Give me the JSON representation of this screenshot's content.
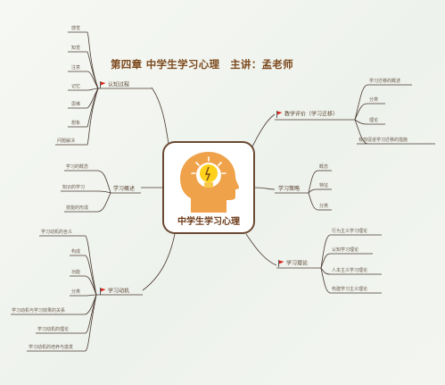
{
  "title": "第四章 中学生学习心理　主讲：孟老师",
  "center": {
    "label": "中学生学习心理"
  },
  "branches": {
    "cognition": {
      "label": "认知过程",
      "items": [
        "感觉",
        "知觉",
        "注意",
        "记忆",
        "思维",
        "想象",
        "问题解决"
      ]
    },
    "overview": {
      "label": "学习概述",
      "items": [
        "学习的概念",
        "知识的学习",
        "技能的形成"
      ]
    },
    "motivation": {
      "label": "学习动机",
      "items": [
        "学习动机的含义",
        "构成",
        "功能",
        "分类",
        "学习动机与学习效果的关系",
        "学习动机的理论",
        "学习动机的培养与激发"
      ]
    },
    "transfer": {
      "label": "教学评价（学习迁移）",
      "items": [
        "学习迁移的概述",
        "分类",
        "理论",
        "有效促进学习迁移的措施"
      ]
    },
    "strategy": {
      "label": "学习策略",
      "items": [
        "概念",
        "特征",
        "分类"
      ]
    },
    "theory": {
      "label": "学习理论",
      "items": [
        "行为主义学习理论",
        "认知学习理论",
        "人本主义学习理论",
        "构建学习主义理论"
      ]
    }
  },
  "colors": {
    "flag": "#d9261c",
    "head": "#f0a24a",
    "bulb": "#ffd11a",
    "line": "#4a3a30"
  }
}
